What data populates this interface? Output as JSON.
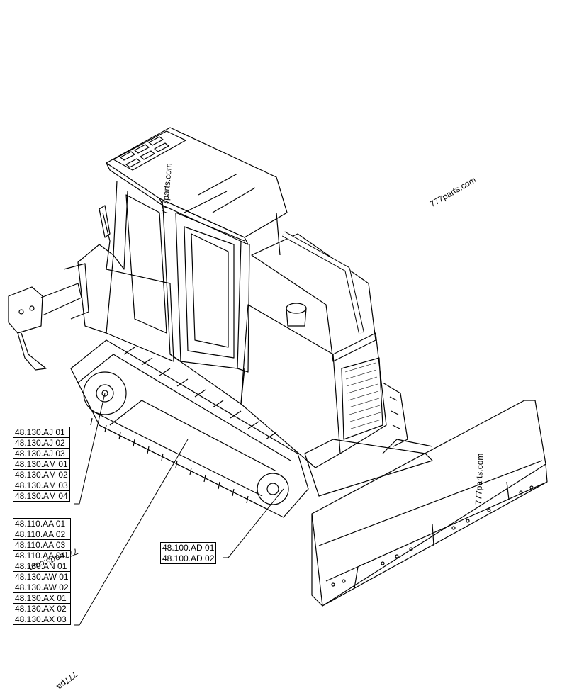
{
  "callouts": {
    "group_a": [
      "48.130.AJ 01",
      "48.130.AJ 02",
      "48.130.AJ 03",
      "48.130.AM 01",
      "48.130.AM 02",
      "48.130.AM 03",
      "48.130.AM 04"
    ],
    "group_b": [
      "48.110.AA 01",
      "48.110.AA 02",
      "48.110.AA 03",
      "48.110.AA 04",
      "48.130.AN 01",
      "48.130.AW 01",
      "48.130.AW 02",
      "48.130.AX 01",
      "48.130.AX 02",
      "48.130.AX 03"
    ],
    "group_c": [
      "48.100.AD 01",
      "48.100.AD 02"
    ]
  },
  "watermarks": {
    "cab": "777parts.com",
    "right": "777parts.com",
    "blade": "777parts.com",
    "left": "777parts.com",
    "bottom": "777pa"
  },
  "colors": {
    "line": "#000000",
    "background": "#ffffff"
  }
}
